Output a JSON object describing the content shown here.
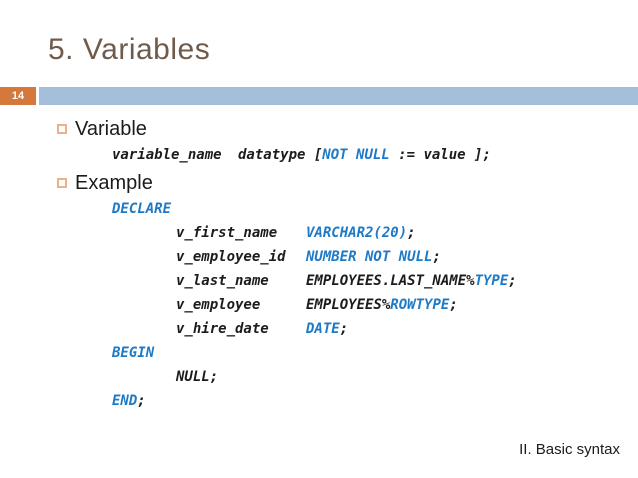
{
  "slide": {
    "title": "5. Variables",
    "page_number": "14",
    "footer": "II. Basic syntax"
  },
  "bullets": [
    {
      "label": "Variable"
    },
    {
      "label": "Example"
    }
  ],
  "code": {
    "variable_syntax": {
      "lines": [
        {
          "indent": 0,
          "parts": [
            {
              "t": "variable_name",
              "c": "dark",
              "w": 126
            },
            {
              "t": "datatype [",
              "c": "dark"
            },
            {
              "t": "NOT NULL",
              "c": "blue"
            },
            {
              "t": " := value ];",
              "c": "dark"
            }
          ]
        }
      ]
    },
    "example_block": {
      "lines": [
        {
          "indent": 0,
          "parts": [
            {
              "t": "DECLARE",
              "c": "blue"
            }
          ]
        },
        {
          "indent": 1,
          "parts": [
            {
              "t": "v_first_name",
              "c": "dark",
              "w": 130
            },
            {
              "t": "VARCHAR2(20)",
              "c": "blue"
            },
            {
              "t": ";",
              "c": "dark"
            }
          ]
        },
        {
          "indent": 1,
          "parts": [
            {
              "t": "v_employee_id",
              "c": "dark",
              "w": 130
            },
            {
              "t": "NUMBER NOT NULL",
              "c": "blue"
            },
            {
              "t": ";",
              "c": "dark"
            }
          ]
        },
        {
          "indent": 1,
          "parts": [
            {
              "t": "v_last_name",
              "c": "dark",
              "w": 130
            },
            {
              "t": "EMPLOYEES.LAST_NAME%",
              "c": "dark"
            },
            {
              "t": "TYPE",
              "c": "blue"
            },
            {
              "t": ";",
              "c": "dark"
            }
          ]
        },
        {
          "indent": 1,
          "parts": [
            {
              "t": "v_employee",
              "c": "dark",
              "w": 130
            },
            {
              "t": "EMPLOYEES%",
              "c": "dark"
            },
            {
              "t": "ROWTYPE",
              "c": "blue"
            },
            {
              "t": ";",
              "c": "dark"
            }
          ]
        },
        {
          "indent": 1,
          "parts": [
            {
              "t": "v_hire_date",
              "c": "dark",
              "w": 130
            },
            {
              "t": "DATE",
              "c": "blue"
            },
            {
              "t": ";",
              "c": "dark"
            }
          ]
        },
        {
          "indent": 0,
          "parts": [
            {
              "t": "BEGIN",
              "c": "blue"
            }
          ]
        },
        {
          "indent": 1,
          "parts": [
            {
              "t": "NULL;",
              "c": "dark"
            }
          ]
        },
        {
          "indent": 0,
          "parts": [
            {
              "t": "END",
              "c": "blue"
            },
            {
              "t": ";",
              "c": "dark"
            }
          ]
        }
      ]
    }
  },
  "colors": {
    "title_brown": "#6F5B4B",
    "accent_orange": "#D4783C",
    "bar_blue": "#A3BFD9",
    "bullet_outline": "#E9B18C",
    "code_keyword_blue": "#1E7AC6",
    "code_dark": "#1C1C1C",
    "body_text": "#1B1B1B",
    "background": "#FFFFFF"
  }
}
